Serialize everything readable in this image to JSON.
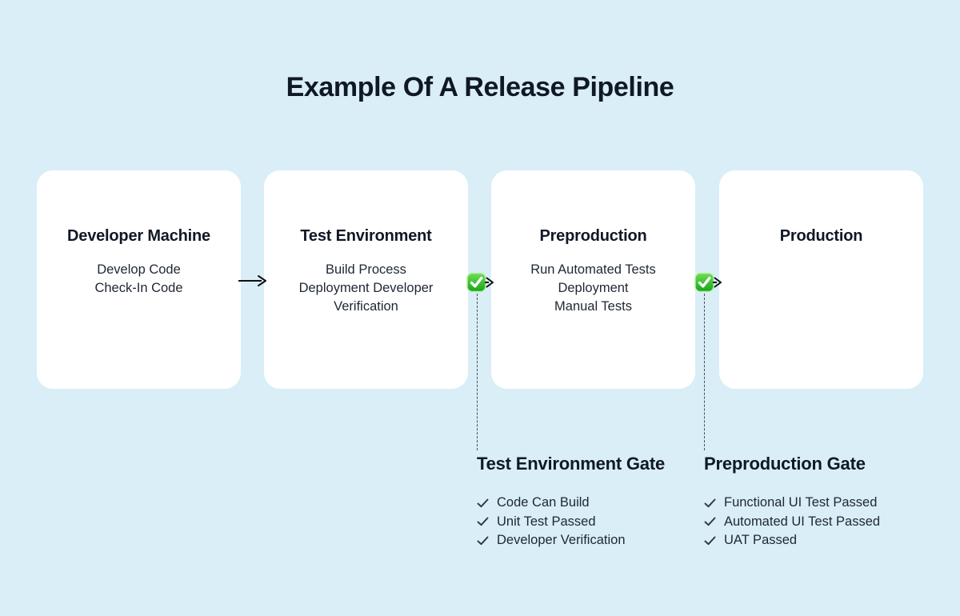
{
  "title": "Example Of A Release Pipeline",
  "colors": {
    "background": "#d9eef7",
    "card": "#ffffff",
    "heading_text": "#101826",
    "body_text": "#1f2733",
    "arrow": "#111111",
    "dashed_line": "#46525f",
    "checkmark": "#2d3742",
    "badge_green_light": "#6ede53",
    "badge_green_dark": "#17a51b"
  },
  "stages": [
    {
      "title": "Developer Machine",
      "steps": [
        "Develop Code",
        "Check-In Code"
      ]
    },
    {
      "title": "Test Environment",
      "steps": [
        "Build Process",
        "Deployment Developer",
        "Verification"
      ]
    },
    {
      "title": "Preproduction",
      "steps": [
        "Run Automated Tests",
        "Deployment",
        "Manual Tests"
      ]
    },
    {
      "title": "Production",
      "steps": []
    }
  ],
  "connectors": [
    {
      "type": "arrow",
      "icon": "arrow-right-icon"
    },
    {
      "type": "approval",
      "icon": "green-check-badge-icon"
    },
    {
      "type": "approval",
      "icon": "green-check-badge-icon"
    }
  ],
  "gates": [
    {
      "title": "Test Environment Gate",
      "criteria": [
        "Code Can Build",
        "Unit Test Passed",
        "Developer Verification"
      ]
    },
    {
      "title": "Preproduction Gate",
      "criteria": [
        "Functional UI Test Passed",
        "Automated UI Test Passed",
        "UAT Passed"
      ]
    }
  ]
}
